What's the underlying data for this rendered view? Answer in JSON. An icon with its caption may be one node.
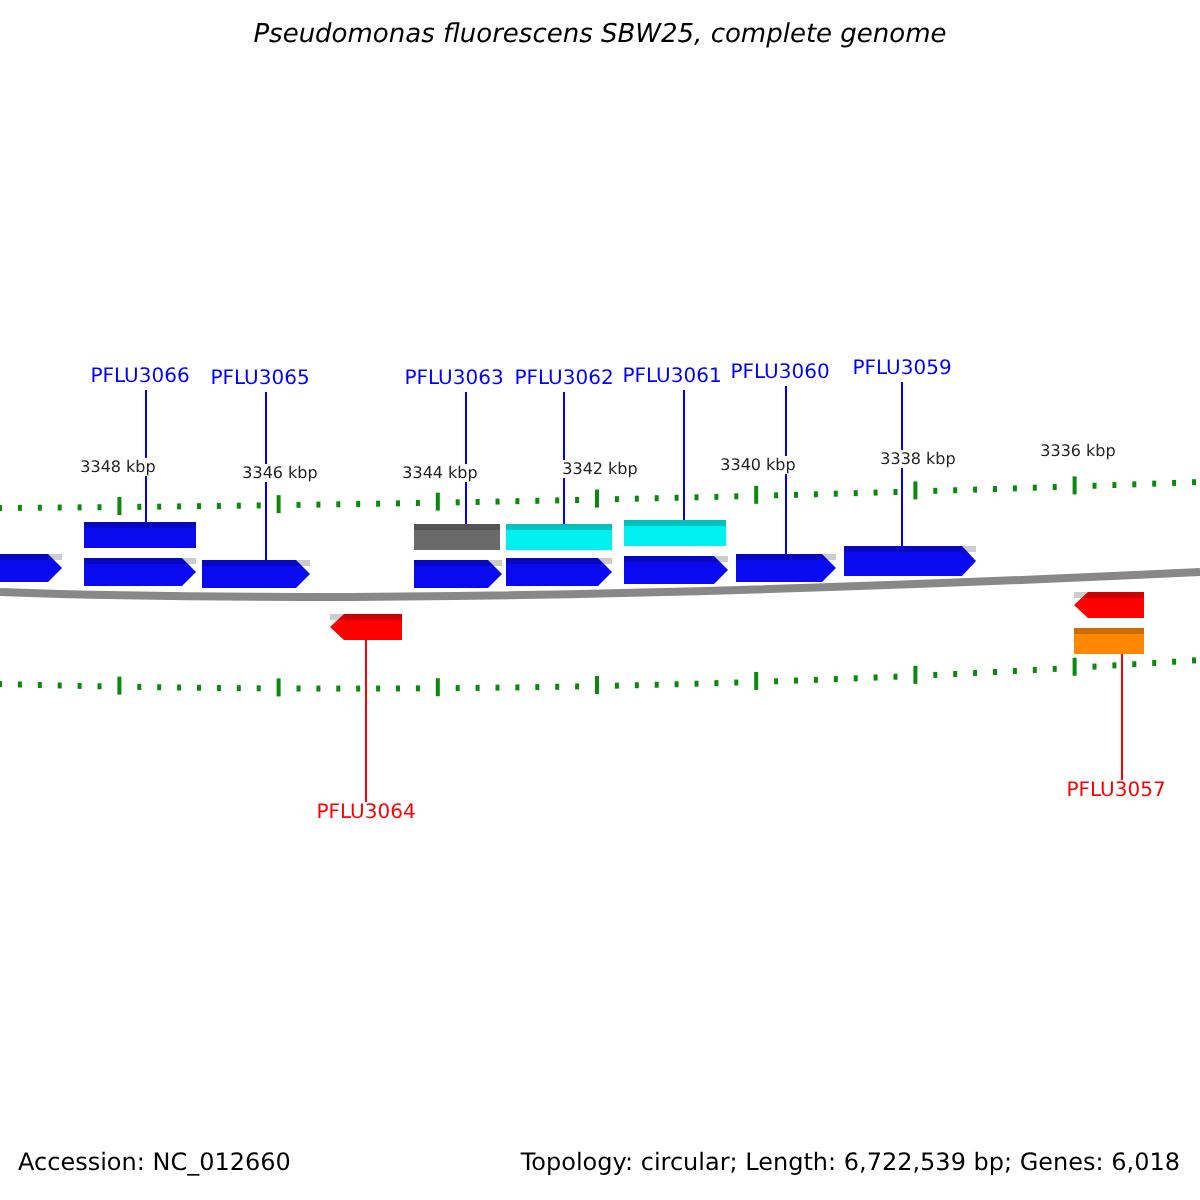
{
  "diagram": {
    "title": "Pseudomonas fluorescens SBW25, complete genome",
    "nodes": [
      {
        "text": [
          "PFLU3066"
        ]
      },
      {
        "text": [
          "PFLU3065"
        ]
      },
      {
        "text": [
          "PFLU3063"
        ]
      },
      {
        "text": [
          "PFLU3062"
        ]
      },
      {
        "text": [
          "PFLU3061"
        ]
      },
      {
        "text": [
          "PFLU3060"
        ]
      },
      {
        "text": [
          "PFLU3059"
        ]
      },
      {
        "text": [],
        "shape": "bar"
      },
      {
        "text": [],
        "shape": "bar"
      },
      {
        "text": [],
        "shape": "bar"
      },
      {
        "text": [],
        "shape": "bar"
      },
      {
        "text": [],
        "shape": "arrow"
      },
      {
        "text": [],
        "shape": "arrow"
      },
      {
        "text": [],
        "shape": "arrow"
      },
      {
        "text": [],
        "shape": "arrow"
      },
      {
        "text": [],
        "shape": "arrow"
      },
      {
        "text": [],
        "shape": "arrow"
      },
      {
        "text": [],
        "shape": "arrow"
      },
      {
        "text": [],
        "shape": "arrow"
      },
      {
        "text": [],
        "shape": "arrow"
      },
      {
        "text": [],
        "shape": "arrow"
      },
      {
        "text": [],
        "shape": "bar"
      },
      {
        "text": [
          "PFLU3064"
        ]
      },
      {
        "text": [
          "PFLU3057"
        ]
      }
    ],
    "edges": [
      {
        "from": 0,
        "to": 7,
        "arrow": "none"
      },
      {
        "from": 1,
        "to": 13,
        "arrow": "none"
      },
      {
        "from": 2,
        "to": 8,
        "arrow": "none"
      },
      {
        "from": 3,
        "to": 9,
        "arrow": "none"
      },
      {
        "from": 4,
        "to": 10,
        "arrow": "none"
      },
      {
        "from": 5,
        "to": 17,
        "arrow": "none"
      },
      {
        "from": 6,
        "to": 18,
        "arrow": "none"
      },
      {
        "from": 22,
        "to": 19,
        "arrow": "none",
        "color": "#ff0000"
      },
      {
        "from": 23,
        "to": 21,
        "arrow": "none",
        "color": "#ff0000"
      }
    ],
    "labels": [
      "3348 kbp",
      "3346 kbp",
      "3344 kbp",
      "3342 kbp",
      "3340 kbp",
      "3338 kbp",
      "3336 kbp",
      "Accession: NC_012660",
      "Topology: circular; Length: 6,722,539 bp; Genes: 6,018"
    ]
  }
}
